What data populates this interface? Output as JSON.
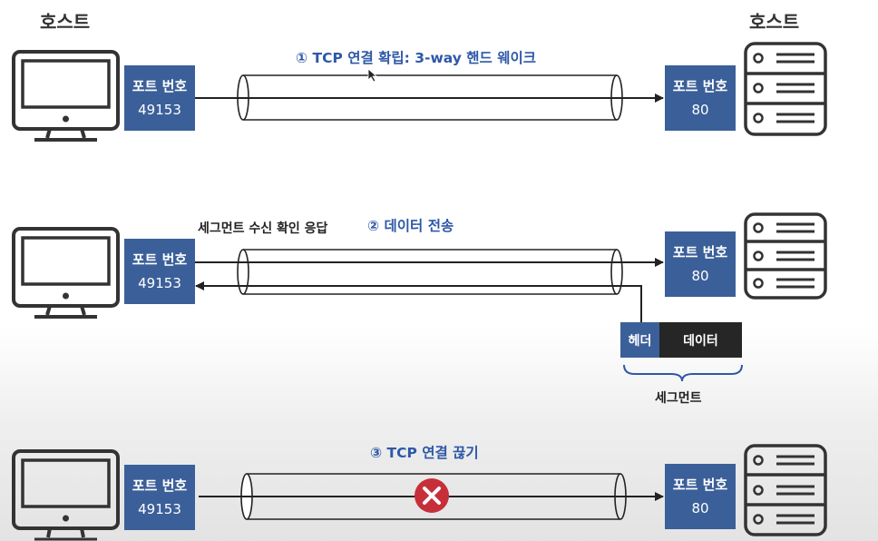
{
  "hosts": {
    "left_label": "호스트",
    "right_label": "호스트"
  },
  "port_label": "포트 번호",
  "left_port": "49153",
  "right_port": "80",
  "steps": [
    {
      "title": "① TCP 연결 확립: 3-way 핸드 웨이크"
    },
    {
      "title": "② 데이터 전송",
      "ack_note": "세그먼트 수신 확인 응답"
    },
    {
      "title": "③ TCP 연결 끊기"
    }
  ],
  "segment": {
    "header_label": "헤더",
    "data_label": "데이터",
    "caption": "세그먼트"
  },
  "colors": {
    "port_box": "#3b5f99",
    "step_title": "#2e58a8",
    "segment_data": "#262626",
    "close_icon": "#c62f3a"
  },
  "icons": [
    "monitor-icon",
    "server-icon",
    "close-icon",
    "mouse-cursor-icon"
  ]
}
